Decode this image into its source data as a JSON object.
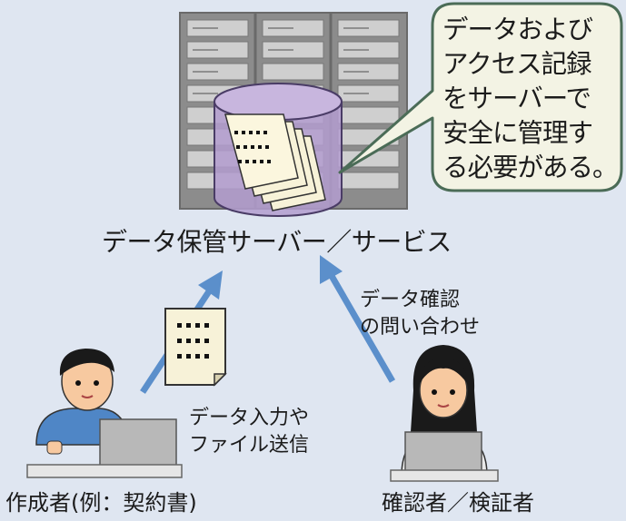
{
  "callout": {
    "lines": [
      "データおよび",
      "アクセス記録",
      "をサーバーで",
      "安全に管理す",
      "る必要がある。"
    ]
  },
  "server": {
    "label": "データ保管サーバー／サービス"
  },
  "creator": {
    "action_lines": [
      "データ入力や",
      "ファイル送信"
    ],
    "role": "作成者(例：契約書)"
  },
  "verifier": {
    "action_lines": [
      "データ確認",
      "の問い合わせ"
    ],
    "role": "確認者／検証者"
  },
  "colors": {
    "background": "#dfe6f1",
    "arrow": "#5b8fcb",
    "cylinder": "#a993c2",
    "server_rack": "#8f8f8f",
    "bubble_fill": "#f3f3e4",
    "bubble_border": "#4b6c57"
  },
  "icons": [
    "server-rack-icon",
    "database-cylinder-icon",
    "document-stack-icon",
    "document-icon",
    "male-worker-icon",
    "female-worker-icon",
    "laptop-icon"
  ]
}
